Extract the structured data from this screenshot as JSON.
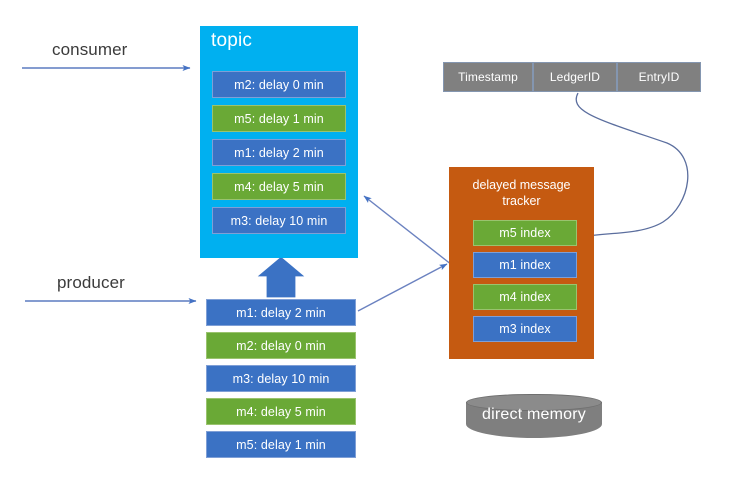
{
  "diagram": {
    "flows": [
      {
        "label": "consumer"
      },
      {
        "label": "producer"
      }
    ],
    "topic": {
      "title": "topic",
      "bg_color": "#00b0f0",
      "messages": [
        {
          "label": "m2: delay 0 min",
          "color": "blue"
        },
        {
          "label": "m5: delay 1 min",
          "color": "green"
        },
        {
          "label": "m1: delay 2 min",
          "color": "blue"
        },
        {
          "label": "m4: delay 5 min",
          "color": "green"
        },
        {
          "label": "m3: delay 10 min",
          "color": "blue"
        }
      ]
    },
    "producer_queue": {
      "messages": [
        {
          "label": "m1: delay 2 min",
          "color": "blue"
        },
        {
          "label": "m2: delay 0 min",
          "color": "green"
        },
        {
          "label": "m3: delay 10 min",
          "color": "blue"
        },
        {
          "label": "m4: delay 5 min",
          "color": "green"
        },
        {
          "label": "m5: delay 1 min",
          "color": "blue"
        }
      ]
    },
    "tracker": {
      "title": "delayed message\ntracker",
      "title_line1": "delayed message",
      "title_line2": "tracker",
      "bg_color": "#c55a11",
      "indexes": [
        {
          "label": "m5 index",
          "color": "green"
        },
        {
          "label": "m1 index",
          "color": "blue"
        },
        {
          "label": "m4 index",
          "color": "green"
        },
        {
          "label": "m3 index",
          "color": "blue"
        }
      ]
    },
    "index_record": {
      "cells": [
        {
          "label": "Timestamp"
        },
        {
          "label": "LedgerID"
        },
        {
          "label": "EntryID"
        }
      ],
      "cell_color": "#808080"
    },
    "storage": {
      "label": "direct memory",
      "color": "#7f7f7f"
    },
    "colors": {
      "blue": "#3b72c4",
      "green": "#6aa936",
      "cyan": "#00b0f0",
      "orange": "#c55a11",
      "gray": "#808080",
      "arrow": "#4472c4",
      "connector": "#5b6e9e"
    }
  }
}
